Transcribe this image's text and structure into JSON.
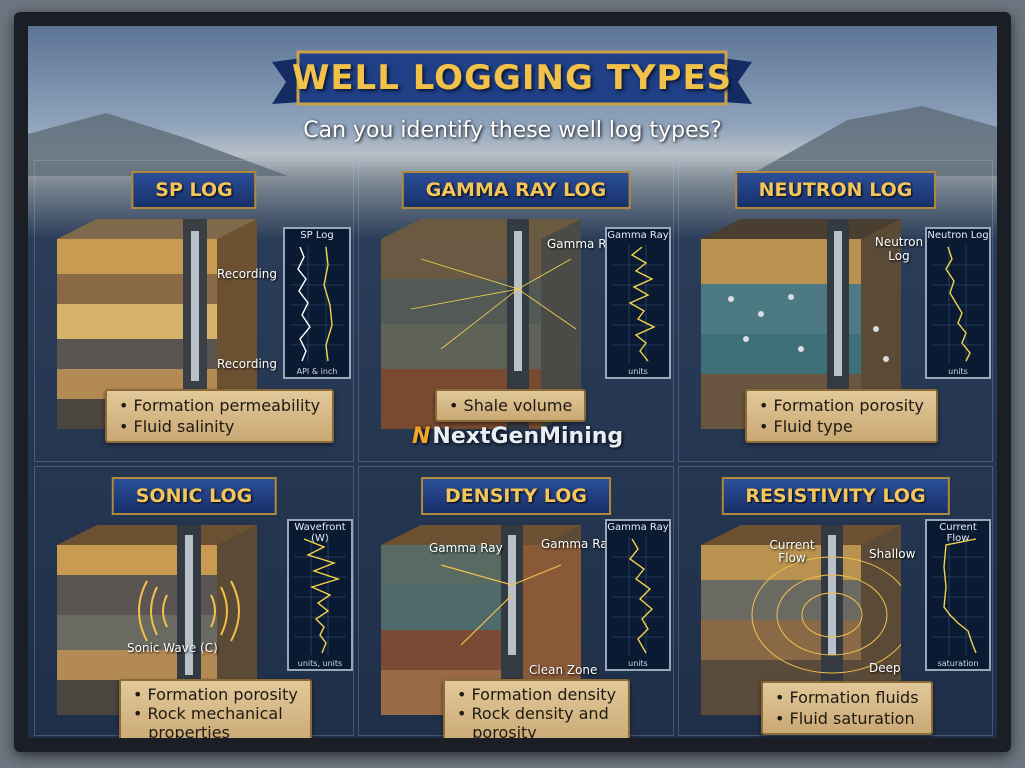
{
  "title": "WELL LOGGING TYPES",
  "subtitle": "Can you identify these well log types?",
  "brand": "NextGenMining",
  "panels": [
    {
      "title": "SP LOG",
      "bullets": [
        "Formation permeability",
        "Fluid salinity"
      ],
      "chart_label": "SP Log",
      "chart_unit": "API & inch",
      "callouts": [
        "Recording",
        "Recording"
      ]
    },
    {
      "title": "GAMMA RAY LOG",
      "bullets": [
        "Shale volume"
      ],
      "chart_label": "Gamma Ray",
      "chart_unit": "units",
      "callouts": [
        "Gamma Ray"
      ]
    },
    {
      "title": "NEUTRON LOG",
      "bullets": [
        "Formation porosity",
        "Fluid type"
      ],
      "chart_label": "Neutron Log",
      "chart_unit": "units",
      "callouts": [
        "Neutron Log"
      ]
    },
    {
      "title": "SONIC LOG",
      "bullets": [
        "Formation porosity",
        "Rock mechanical",
        "properties"
      ],
      "chart_label": "Wavefront (W)",
      "chart_unit": "units, units",
      "callouts": [
        "Sonic Wave (C)"
      ]
    },
    {
      "title": "DENSITY LOG",
      "bullets": [
        "Formation density",
        "Rock density and",
        "porosity"
      ],
      "chart_label": "Gamma Ray",
      "chart_unit": "units",
      "callouts": [
        "Gamma Ray",
        "Gamma Ray",
        "Clean Zone"
      ]
    },
    {
      "title": "RESISTIVITY LOG",
      "bullets": [
        "Formation fluids",
        "Fluid saturation"
      ],
      "chart_label": "Current Flow",
      "chart_unit": "saturation",
      "callouts": [
        "Current Flow",
        "Shallow",
        "Deep"
      ]
    }
  ],
  "colors": {
    "title": "#f2c14a",
    "banner": "#1f3f86",
    "trace": "#f2d34a",
    "bullet_bg": "#d8bb86"
  }
}
